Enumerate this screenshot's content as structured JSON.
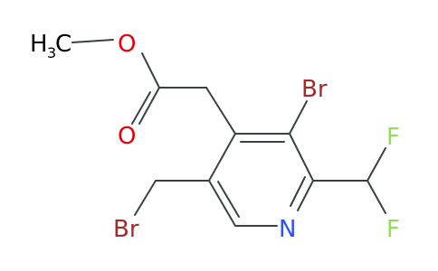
{
  "molecule": {
    "atoms": {
      "methyl_h": "H",
      "methyl_sub": "3",
      "methyl_c": "C",
      "ester_o": "O",
      "carbonyl_o": "O",
      "br_ring": "Br",
      "br_methyl": "Br",
      "ring_n": "N",
      "f_top": "F",
      "f_bottom": "F"
    },
    "colors": {
      "bond": "#3b4143",
      "carbon_text": "#000000",
      "oxygen": "#e8000b",
      "nitrogen": "#3050f8",
      "bromine": "#a62929",
      "fluorine": "#90e050"
    }
  }
}
